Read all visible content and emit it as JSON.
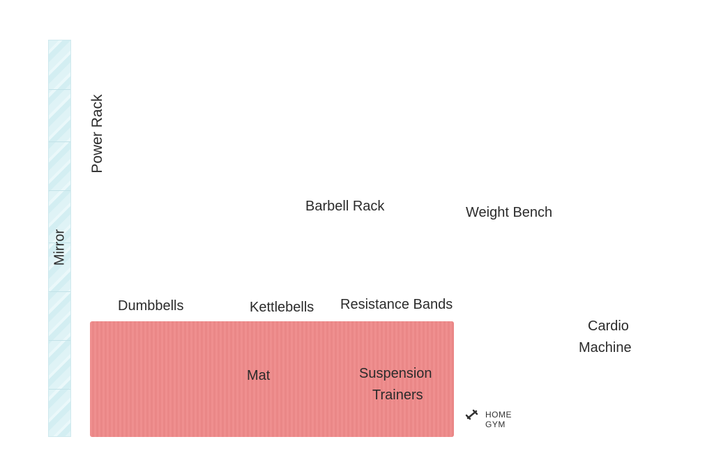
{
  "labels": {
    "mirror": "Mirror",
    "power_rack": "Power Rack",
    "barbell_rack": "Barbell Rack",
    "weight_bench": "Weight Bench",
    "dumbbells": "Dumbbells",
    "kettlebells": "Kettlebells",
    "resistance_bands": "Resistance Bands",
    "mat": "Mat",
    "suspension_trainers_line1": "Suspension",
    "suspension_trainers_line2": "Trainers",
    "cardio_machine_line1": "Cardio",
    "cardio_machine_line2": "Machine"
  },
  "logo": {
    "text": "HOME GYM"
  },
  "colors": {
    "frame_blue": "#3b8fe0",
    "accent_red": "#e8434f",
    "dark": "#222222",
    "mat": "#ef8f8f",
    "mirror": "#dff3f6",
    "cream": "#f3ecc8"
  }
}
